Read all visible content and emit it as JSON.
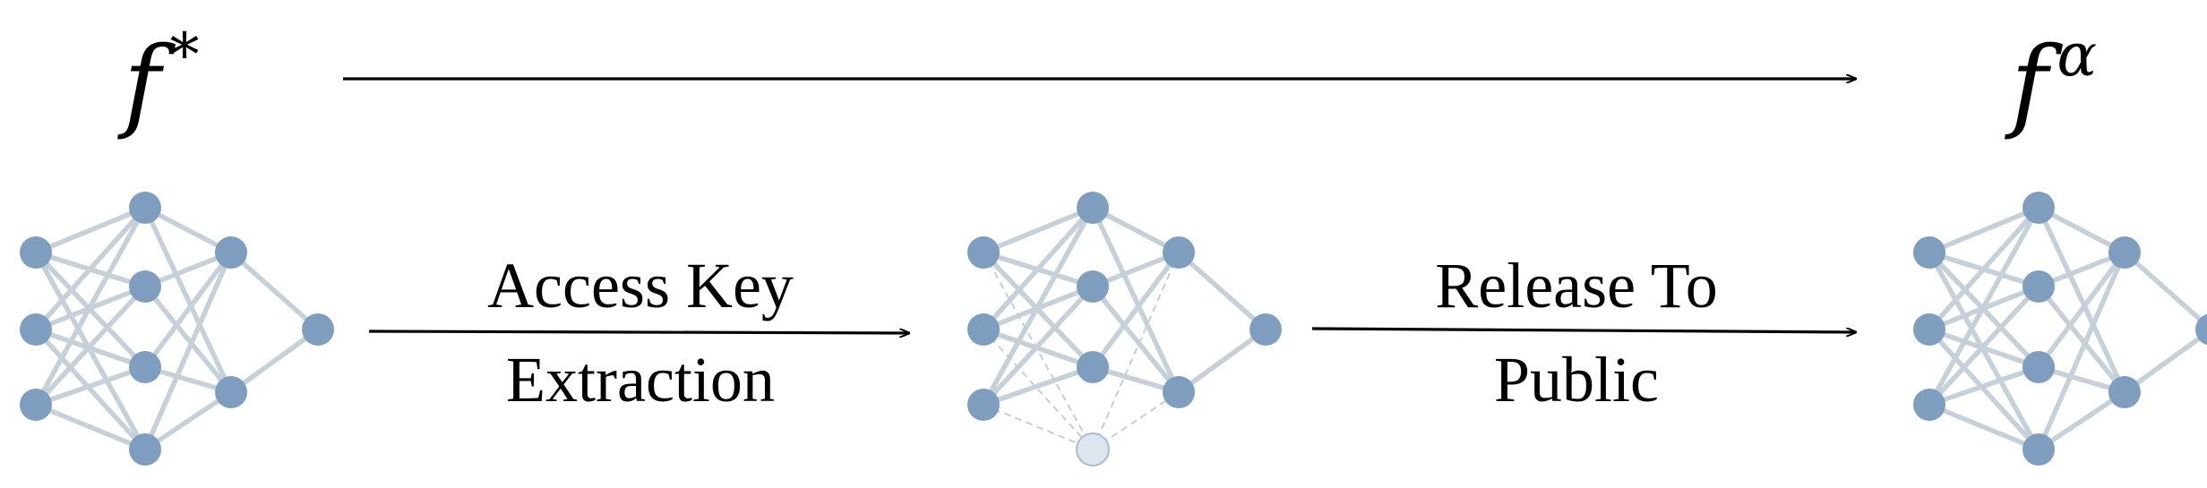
{
  "models": {
    "source_symbol": "f",
    "source_superscript": "*",
    "target_symbol": "f",
    "target_superscript": "α"
  },
  "steps": [
    {
      "line1": "Access Key",
      "line2": "Extraction"
    },
    {
      "line1": "Release To",
      "line2": "Public"
    }
  ],
  "colors": {
    "node": "#7f9dbe",
    "edge": "#c5d0d9",
    "ghost_node_fill": "#dde6ef",
    "ghost_node_stroke": "#a9bccf",
    "ghost_edge": "#c5ced6",
    "arrow": "#000000"
  }
}
